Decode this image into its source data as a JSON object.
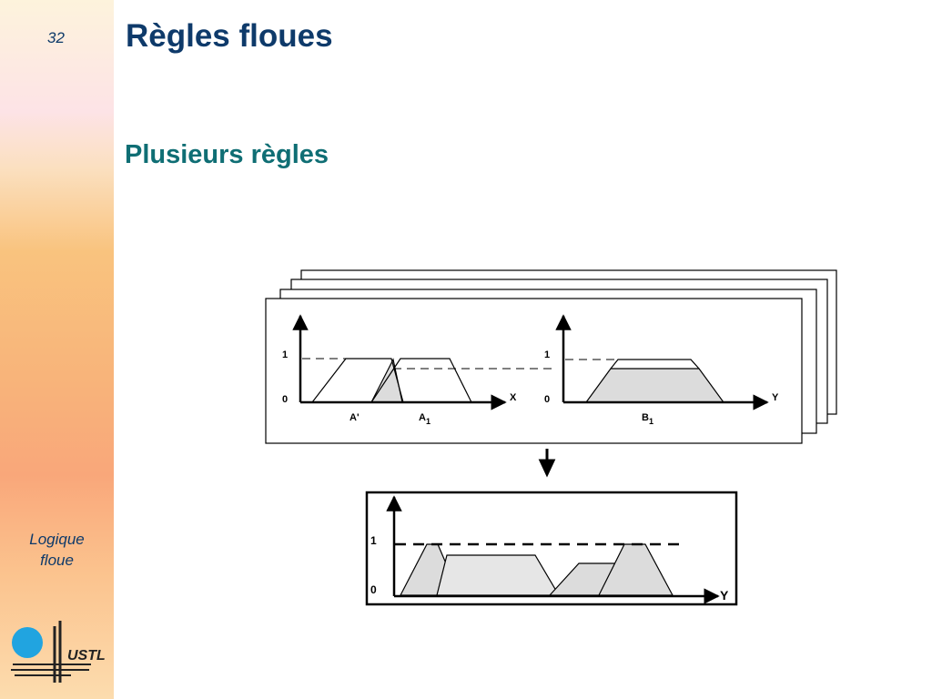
{
  "slide": {
    "number": "32",
    "title": "Règles floues",
    "subtitle": "Plusieurs règles",
    "side_label_line1": "Logique",
    "side_label_line2": "floue",
    "logo_text": "USTL"
  },
  "diagram": {
    "top_panel": {
      "left_plot": {
        "tick_one": "1",
        "tick_zero": "0",
        "axis_label": "X",
        "label_a_prime": "A'",
        "label_a": "A",
        "label_a_sub": "1"
      },
      "right_plot": {
        "tick_one": "1",
        "tick_zero": "0",
        "axis_label": "Y",
        "label_b": "B",
        "label_b_sub": "1"
      }
    },
    "result_panel": {
      "tick_one": "1",
      "tick_zero": "0",
      "axis_label": "Y"
    }
  }
}
